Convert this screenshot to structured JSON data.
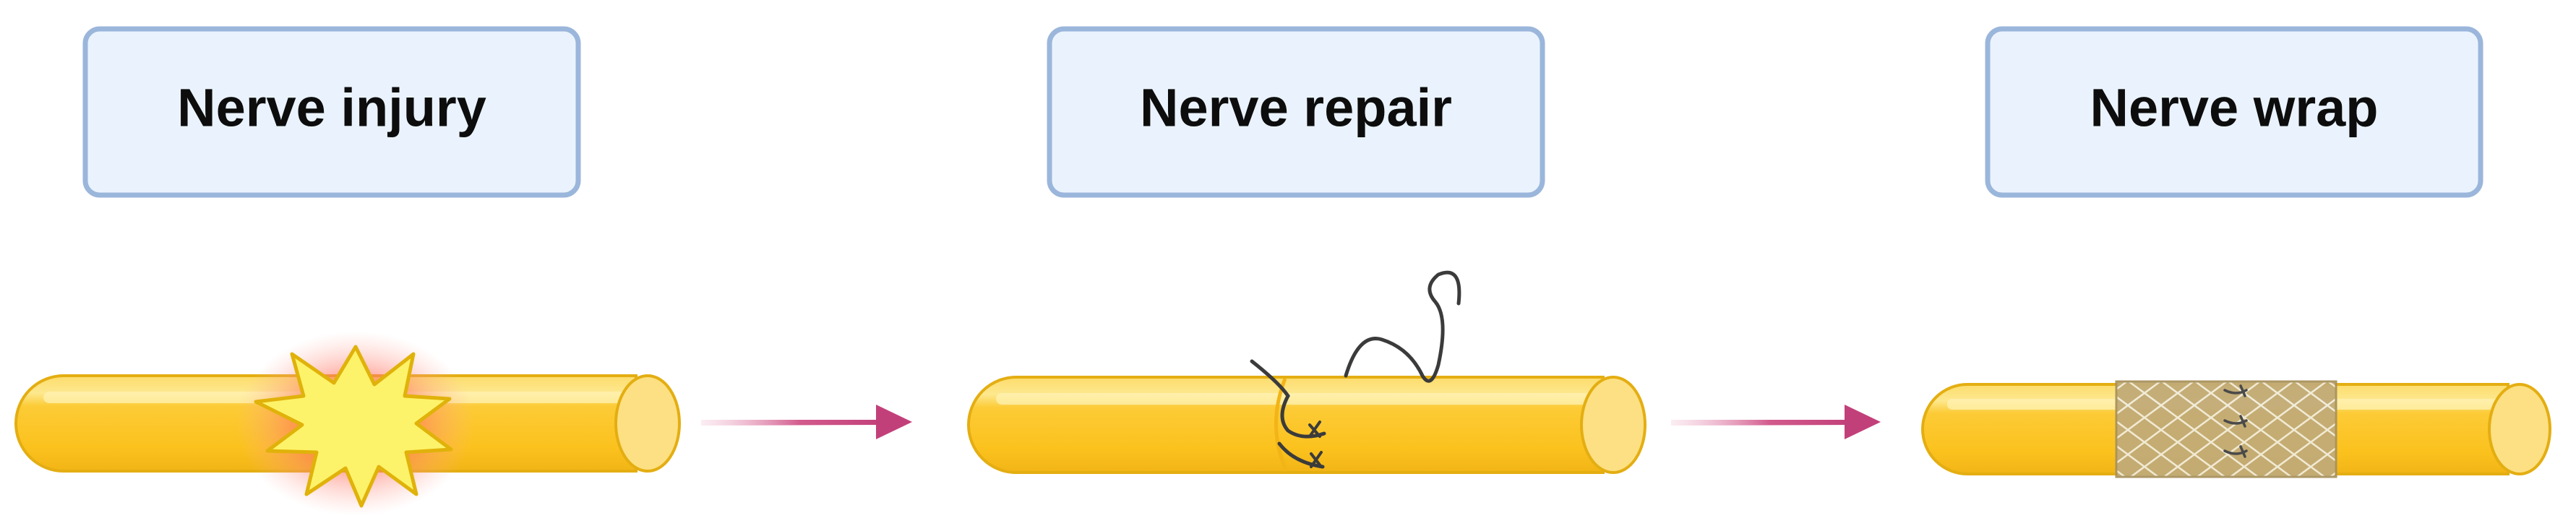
{
  "stages": [
    {
      "label": "Nerve injury",
      "illustration": "nerve-injury-burst"
    },
    {
      "label": "Nerve repair",
      "illustration": "nerve-suture"
    },
    {
      "label": "Nerve wrap",
      "illustration": "nerve-wrap-mesh"
    }
  ],
  "colors": {
    "label_fill": "#eaf3fd",
    "label_stroke": "#9bb6db",
    "nerve_body": "#fcc72a",
    "nerve_highlight": "#fde68a",
    "nerve_end": "#fde083",
    "nerve_outline": "#e0a90e",
    "burst_fill": "#fdf36a",
    "burst_stroke": "#e6b800",
    "burst_glow": "#fa6f6f",
    "suture": "#3b3b3b",
    "wrap_fill": "#bfa873",
    "arrow": "#c2407a"
  },
  "connectors": [
    {
      "from": "Nerve injury",
      "to": "Nerve repair",
      "icon": "arrow-right-icon"
    },
    {
      "from": "Nerve repair",
      "to": "Nerve wrap",
      "icon": "arrow-right-icon"
    }
  ]
}
